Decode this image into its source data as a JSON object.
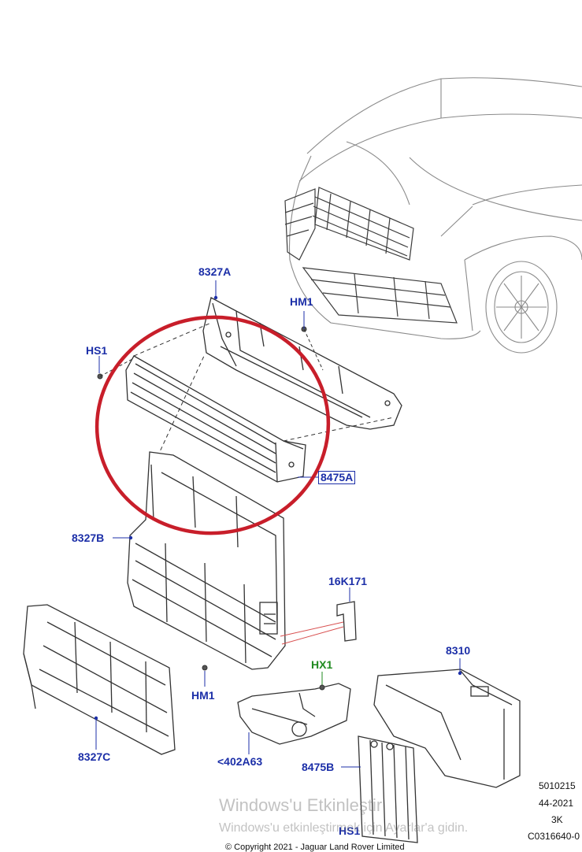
{
  "callouts": {
    "c8327a": "8327A",
    "hm1_top": "HM1",
    "hs1_left": "HS1",
    "c8475a": "8475A",
    "c8327b": "8327B",
    "c16k171": "16K171",
    "c8310": "8310",
    "hx1": "HX1",
    "hm1_bottom": "HM1",
    "c8327c": "8327C",
    "c402a63": "<402A63",
    "c8475b": "8475B",
    "hs1_bottom": "HS1"
  },
  "reference": {
    "line1": "5010215",
    "line2": "44-2021",
    "line3": "3K",
    "line4": "C0316640-0"
  },
  "watermark": {
    "title": "Windows'u Etkinleştir",
    "subtitle": "Windows'u etkinleştirmek için Ayarlar'a gidin."
  },
  "copyright": "© Copyright 2021 - Jaguar Land Rover Limited",
  "colors": {
    "callout": "#1c2fa8",
    "callout_green": "#1f8a1f",
    "highlight_circle": "#c81e2a",
    "line_art": "#333333"
  }
}
